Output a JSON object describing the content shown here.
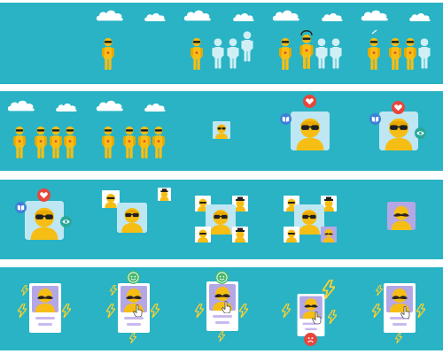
{
  "palette": {
    "teal": "#29b3c4",
    "white": "#ffffff",
    "yellow": "#f6be15",
    "yellow_dark": "#e9a800",
    "ghost": "#cfeff5",
    "glasses": "#202020",
    "mustache": "#2a2323",
    "card_blue": "#bfe6f3",
    "card_lavender": "#b4a7e6",
    "heart_red": "#e8453c",
    "bolt_yellow": "#ffd22a",
    "green": "#46b86a",
    "lines_purple": "#c8b9ef",
    "book_blue": "#3f7fd7",
    "eye_teal": "#2aa89a"
  },
  "icons": [
    "cloud-icon",
    "person-icon",
    "ghost-person-icon",
    "heart-icon",
    "book-icon",
    "eye-icon",
    "smiley-icon",
    "sad-face-icon",
    "lightning-bolt-icon",
    "hand-cursor-icon",
    "sunglasses-icon",
    "mustache-icon",
    "headphones-icon",
    "hat-icon"
  ],
  "bands": [
    {
      "name": "band-1",
      "description_hidden": true
    },
    {
      "name": "band-2"
    },
    {
      "name": "band-3"
    },
    {
      "name": "band-4"
    }
  ]
}
